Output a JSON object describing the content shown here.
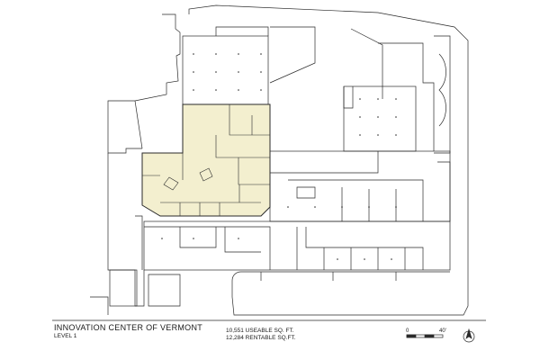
{
  "plan": {
    "title": "INNOVATION CENTER OF VERMONT",
    "level": "LEVEL 1",
    "useable_area": "10,551 USEABLE SQ. FT.",
    "rentable_area": "12,284 RENTABLE SQ.FT.",
    "scale_min": "0",
    "scale_max": "40'",
    "highlight_color": "#f3efcf",
    "line_color": "#2a2a2a"
  }
}
